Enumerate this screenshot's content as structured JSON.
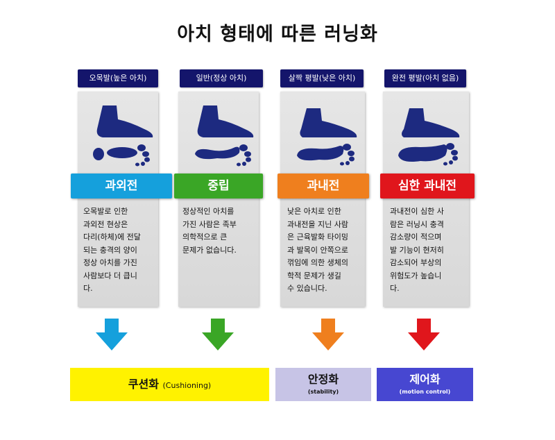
{
  "title": "아치 형태에 따른 러닝화",
  "columns": [
    {
      "caption": "오목발(높은 아치)",
      "label": "과외전",
      "color": "#15a0dc",
      "description_lines": [
        "오목발로 인한",
        "과외전 현상은",
        "다리(하체)에 전달",
        "되는 충격의 양이",
        "정상 아치를 가진",
        "사람보다 더 큽니",
        "다."
      ]
    },
    {
      "caption": "일반(정상 아치)",
      "label": "중립",
      "color": "#3aa626",
      "description_lines": [
        "정상적인 아치를",
        "가진 사람은 족부",
        "의학적으로 큰",
        "문제가 없습니다."
      ]
    },
    {
      "caption": "살짝 평발(낮은 아치)",
      "label": "과내전",
      "color": "#ef7f1e",
      "description_lines": [
        "낮은 아치로 인한",
        "과내전을 지닌 사람",
        "은 근육발화 타이밍",
        "과 발목이 안쪽으로",
        "꺾임에 의한 생체의",
        "학적 문제가 생길",
        "수 있습니다."
      ]
    },
    {
      "caption": "완전 평발(아치 없음)",
      "label": "심한 과내전",
      "color": "#e0161c",
      "description_lines": [
        "과내전이 심한 사",
        "람은 러닝시 충격",
        "감소량이 적으며",
        "발 기능이 현저히",
        "감소되어 부상의",
        "위험도가 높습니",
        "다."
      ]
    }
  ],
  "shoes": [
    {
      "name": "쿠션화",
      "sub": "(Cushioning)",
      "color": "#fff200"
    },
    {
      "name": "안정화",
      "sub": "(stability)",
      "color": "#c7c4e6"
    },
    {
      "name": "제어화",
      "sub": "(motion control)",
      "color": "#4747d1"
    }
  ],
  "icons": {
    "foot_side": "foot-side-icon",
    "footprint": "footprint-icon",
    "arrow": "arrow-down-icon"
  }
}
